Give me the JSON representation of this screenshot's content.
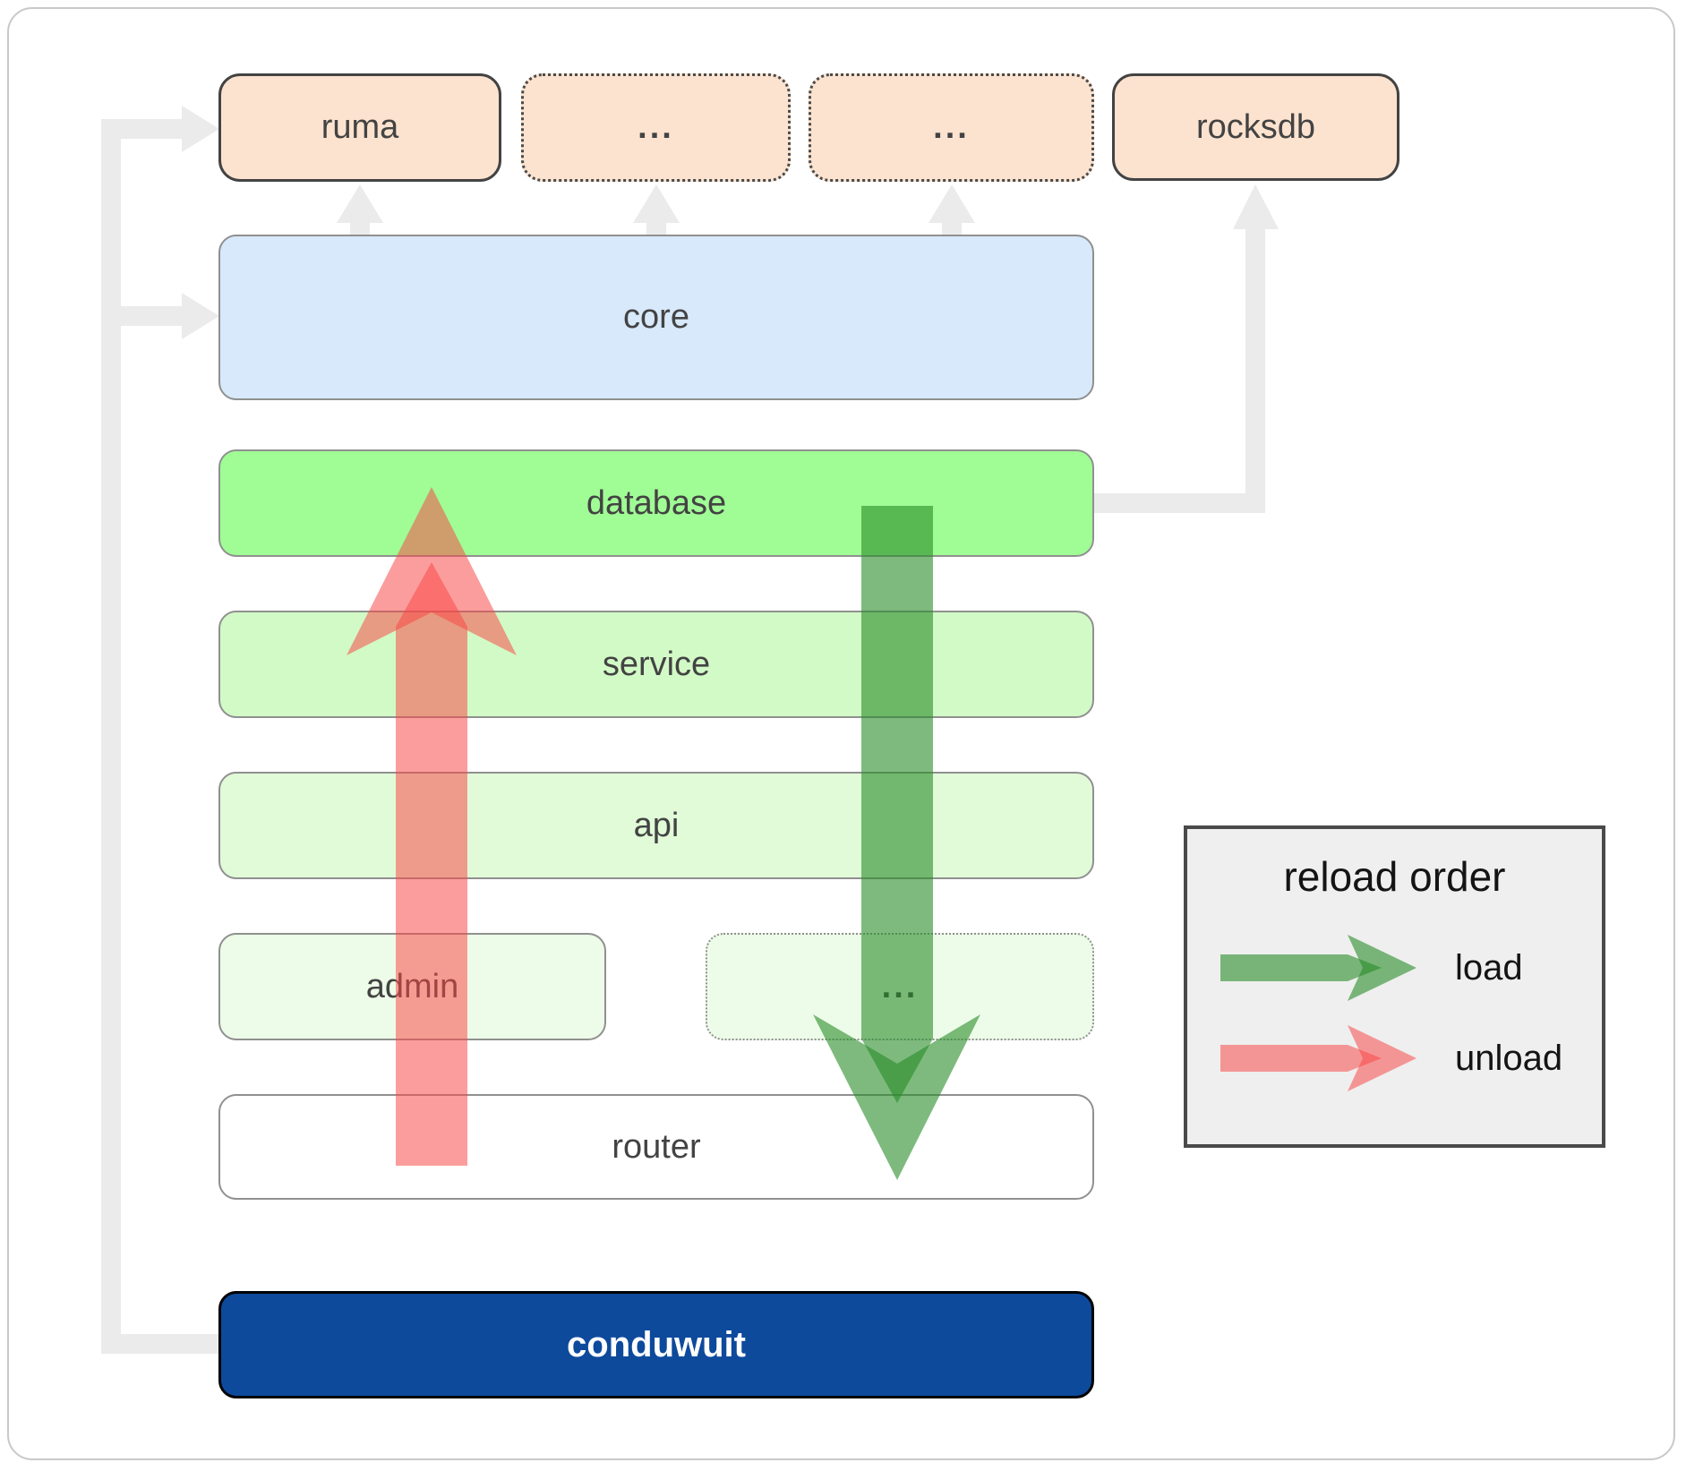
{
  "nodes": {
    "ruma": {
      "label": "ruma"
    },
    "ellipsis_top_1": {
      "label": "..."
    },
    "ellipsis_top_2": {
      "label": "..."
    },
    "rocksdb": {
      "label": "rocksdb"
    },
    "core": {
      "label": "core"
    },
    "database": {
      "label": "database"
    },
    "service": {
      "label": "service"
    },
    "api": {
      "label": "api"
    },
    "admin": {
      "label": "admin"
    },
    "ellipsis_mid": {
      "label": "..."
    },
    "router": {
      "label": "router"
    },
    "conduwuit": {
      "label": "conduwuit"
    }
  },
  "legend": {
    "title": "reload order",
    "items": [
      {
        "label": "load",
        "arrow_color": "#2e8c2e"
      },
      {
        "label": "unload",
        "arrow_color": "#fa4646"
      }
    ]
  },
  "colors": {
    "peach_fill": "#fce3cf",
    "core_blue_fill": "#d7e9fb",
    "database_green": "#a0fc95",
    "service_green": "#d2fac6",
    "api_green": "#e1fbd8",
    "admin_green": "#edfce8",
    "router_fill": "#ffffff",
    "conduwuit_navy": "#0d4a9c",
    "load_arrow_green": "rgba(40,140,40,0.60)",
    "unload_arrow_red": "rgba(250,70,70,0.53)",
    "connector_gray": "#ebebeb",
    "legend_bg": "#efefef"
  }
}
